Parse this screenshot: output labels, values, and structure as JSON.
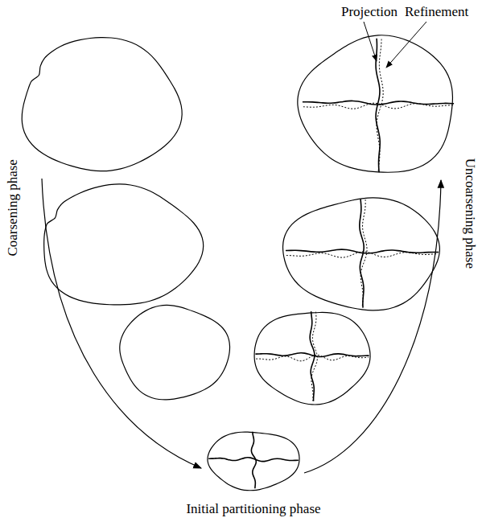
{
  "diagram": {
    "labels": [
      "Projection",
      "Refinement",
      "Coarsening phase",
      "Uncoarsening phase",
      "Initial partitioning phase"
    ]
  }
}
